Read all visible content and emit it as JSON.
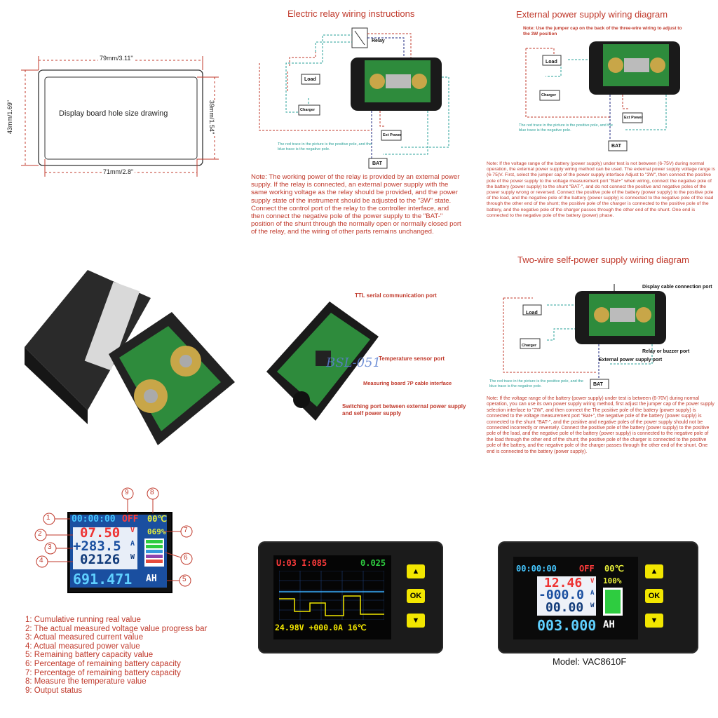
{
  "hole_drawing": {
    "top_dim": "79mm/3.11\"",
    "left_dim": "43mm/1.69\"",
    "right_dim": "39mm/1.54\"",
    "bottom_dim": "71mm/2.8\"",
    "caption": "Display board hole size drawing"
  },
  "relay_panel": {
    "title": "Electric relay wiring instructions",
    "relay_label": "Relay",
    "load_label": "Load",
    "charger_label": "Charger",
    "ext_power_label": "Ext Power",
    "bat_label": "BAT",
    "trace_note": "The red trace in the picture is the positive pole, and the blue trace is the negative pole.",
    "note": "Note: The working power of the relay is provided by an external power supply. If the relay is connected, an external power supply with the same working voltage as the relay should be provided, and the power supply state of the instrument should be adjusted to the \"3W\" state. Connect the control port of the relay to the controller interface, and then connect the negative pole of the power supply to the \"BAT-\" position of the shunt through the normally open or normally closed port of the relay, and the wiring of other parts remains unchanged."
  },
  "external_panel": {
    "title": "External power supply wiring diagram",
    "jumper_note": "Note: Use the jumper cap on the back of the three-wire wiring to adjust to the 3W position",
    "load_label": "Load",
    "charger_label": "Charger",
    "ext_power_label": "Ext Power",
    "bat_label": "BAT",
    "trace_note": "The red trace in the picture is the positive pole, and the blue trace is the negative pole.",
    "note": "Note: If the voltage range of the battery (power supply) under test is not between (6-75V) during normal operation, the external power supply wiring method can be used. The external power supply voltage range is (6-75)V. First, select the jumper cap of the power supply interface Adjust to \"3W\", then connect the positive pole of the power supply to the voltage measurement port \"Bat+\" when wiring, connect the negative pole of the battery (power supply) to the shunt \"BAT-\", and do not connect the positive and negative poles of the power supply wrong or reversed. Connect the positive pole of the battery (power supply) to the positive pole of the load, and the negative pole of the battery (power supply) is connected to the negative pole of the load through the other end of the shunt; the positive pole of the charger is connected to the positive pole of the battery, and the negative pole of the charger passes through the other end of the shunt. One end is connected to the negative pole of the battery (power) phase."
  },
  "board_callouts": {
    "ttl": "TTL serial communication port",
    "temp": "Temperature sensor port",
    "measuring": "Measuring board 7P cable interface",
    "switching": "Switching port between external power supply and self power supply",
    "watermark": "BSL-051"
  },
  "two_wire_panel": {
    "title": "Two-wire self-power supply wiring diagram",
    "display_cable": "Display cable connection port",
    "relay_buzzer": "Relay or buzzer port",
    "ext_power_port": "External power supply port",
    "load_label": "Load",
    "charger_label": "Charger",
    "bat_label": "BAT",
    "trace_note": "The red trace in the picture is the positive pole, and the blue trace is the negative pole.",
    "note": "Note: If the voltage range of the battery (power supply) under test is between (6-70V) during normal operation, you can use its own power supply wiring method, first adjust the jumper cap of the power supply selection interface to \"2W\", and then connect the The positive pole of the battery (power supply) is connected to the voltage measurement port \"Bat+\", the negative pole of the battery (power supply) is connected to the shunt \"BAT-\", and the positive and negative poles of the power supply should not be connected incorrectly or reversely. Connect the positive pole of the battery (power supply) to the positive pole of the load, and the negative pole of the battery (power supply) is connected to the negative pole of the load through the other end of the shunt; the positive pole of the charger is connected to the positive pole of the battery, and the negative pole of the charger passes through the other end of the shunt. One end is connected to the battery (power supply)."
  },
  "lcd_legend": {
    "time": "00:00:00",
    "status": "OFF",
    "temp": "00℃",
    "voltage": "07.50",
    "voltage_unit": "V",
    "current": "+283.5",
    "current_unit": "A",
    "power": "02126",
    "power_unit": "W",
    "percent": "069%",
    "capacity": "691.471",
    "capacity_unit": "AH",
    "markers": [
      "1",
      "2",
      "3",
      "4",
      "5",
      "6",
      "7",
      "8",
      "9"
    ],
    "legend": [
      "1: Cumulative running real value",
      "2: The actual measured voltage value progress bar",
      "3: Actual measured current value",
      "4: Actual measured power value",
      "5: Remaining battery capacity value",
      "6: Percentage of remaining battery capacity",
      "7: Percentage of remaining battery capacity",
      "8: Measure the temperature value",
      "9: Output status"
    ]
  },
  "meter_graph": {
    "top_line": "U:03 I:085",
    "top_right": "0.025",
    "bottom_line": "24.98V +000.0A 16℃",
    "buttons": [
      "▲",
      "OK",
      "▼"
    ]
  },
  "meter_model": {
    "time": "00:00:00",
    "status": "OFF",
    "temp": "00℃",
    "percent": "100%",
    "voltage": "12.46",
    "voltage_unit": "V",
    "current": "-000.0",
    "current_unit": "A",
    "power": "00.00",
    "power_unit": "W",
    "capacity": "003.000",
    "capacity_unit": "AH",
    "buttons": [
      "▲",
      "OK",
      "▼"
    ],
    "model": "Model: VAC8610F"
  }
}
